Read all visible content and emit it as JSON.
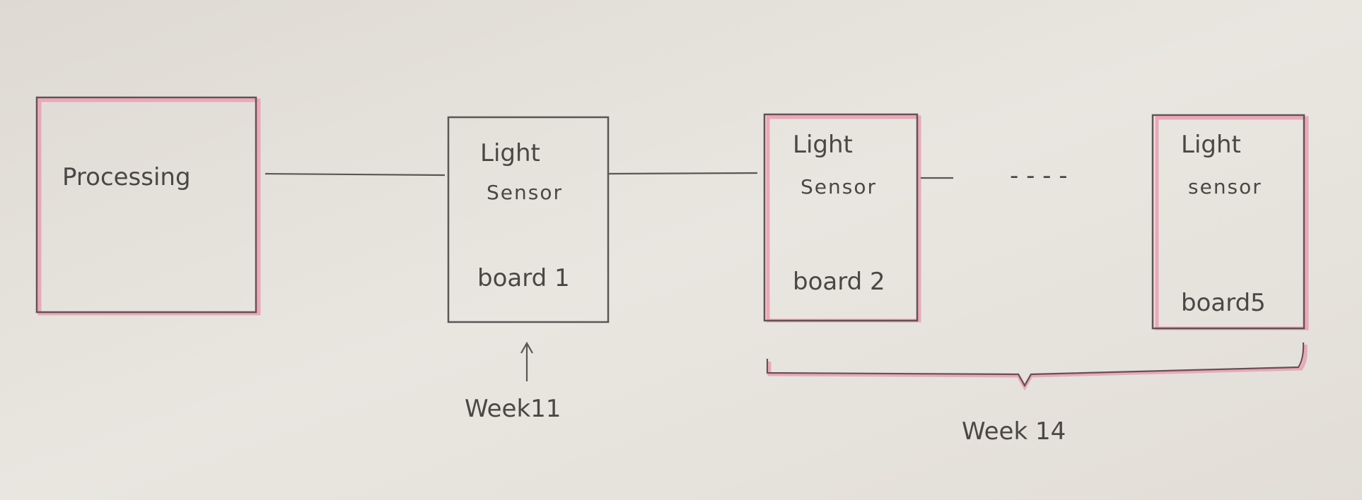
{
  "processing": {
    "label": "Processing"
  },
  "boards": [
    {
      "line1": "Light",
      "line2": "Sensor",
      "name": "board 1"
    },
    {
      "line1": "Light",
      "line2": "Sensor",
      "name": "board 2"
    },
    {
      "line1": "Light",
      "line2": "sensor",
      "name": "board5"
    }
  ],
  "annotations": {
    "week11": "Week11",
    "week14": "Week 14",
    "ellipsis": "- - - -"
  },
  "colors": {
    "paper": "#e6e2dc",
    "ink": "#5a5754",
    "highlight": "#f0a6b8"
  }
}
